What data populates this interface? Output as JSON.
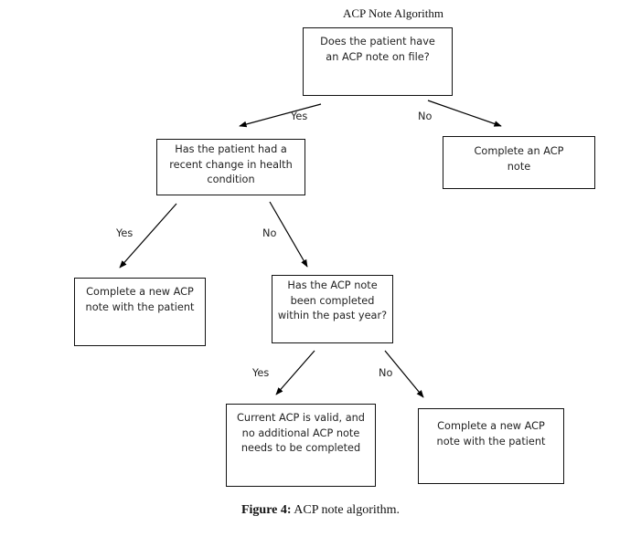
{
  "title": "ACP Note Algorithm",
  "nodes": {
    "q_note_on_file": "Does the patient have an ACP note on file?",
    "complete_acp_note": "Complete an ACP note",
    "q_recent_change": "Has the patient had a recent change in health condition",
    "complete_new_with_patient": "Complete a new ACP note with the patient",
    "q_completed_past_year": "Has the ACP note been completed within the past year?",
    "current_valid": "Current ACP is valid, and no additional ACP note needs to be completed",
    "complete_new_acp_with_patient": "Complete a new ACP note with the patient"
  },
  "edges": [
    {
      "from": "q_note_on_file",
      "to": "q_recent_change",
      "label": "Yes"
    },
    {
      "from": "q_note_on_file",
      "to": "complete_acp_note",
      "label": "No"
    },
    {
      "from": "q_recent_change",
      "to": "complete_new_with_patient",
      "label": "Yes"
    },
    {
      "from": "q_recent_change",
      "to": "q_completed_past_year",
      "label": "No"
    },
    {
      "from": "q_completed_past_year",
      "to": "current_valid",
      "label": "Yes"
    },
    {
      "from": "q_completed_past_year",
      "to": "complete_new_acp_with_patient",
      "label": "No"
    }
  ],
  "caption": {
    "label": "Figure 4:",
    "text": " ACP note algorithm."
  }
}
